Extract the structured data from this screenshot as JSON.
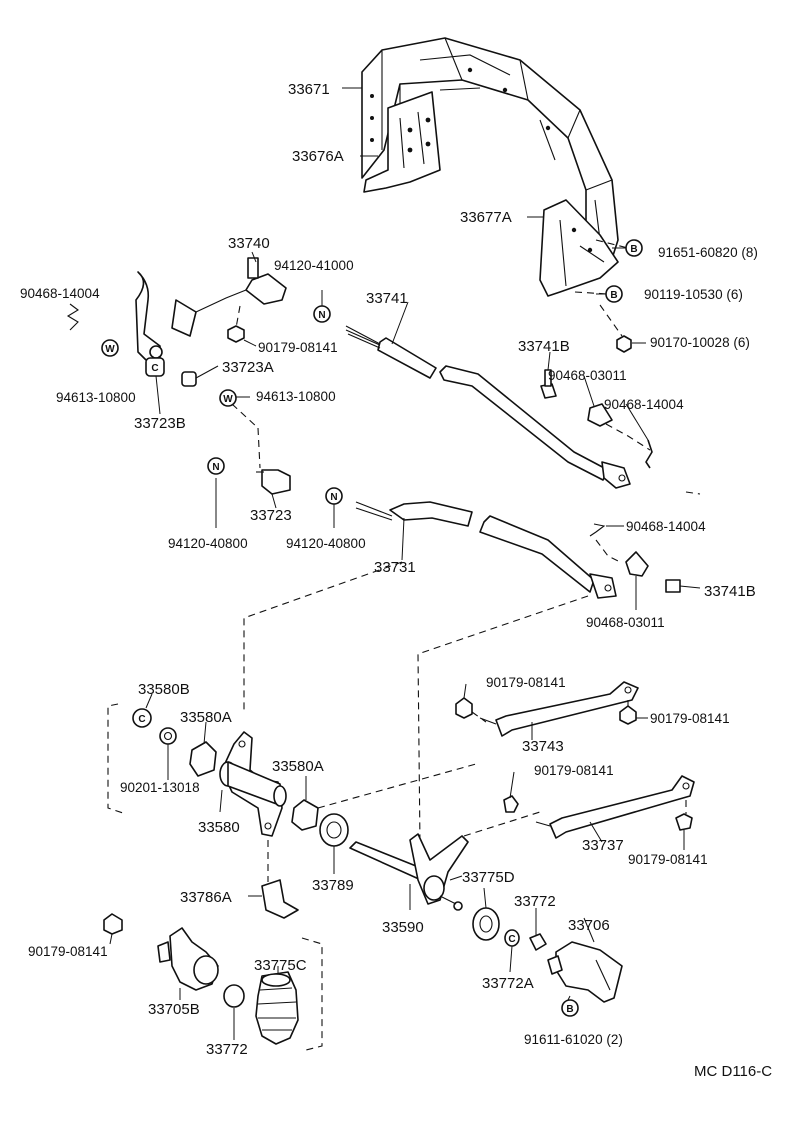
{
  "diagram": {
    "ref_code": "MC D116-C",
    "labels": {
      "p33671": "33671",
      "p33676A": "33676A",
      "p33677A": "33677A",
      "p91651": "91651-60820 (8)",
      "p90119": "90119-10530 (6)",
      "p90170": "90170-10028 (6)",
      "p33740": "33740",
      "p94120_41000": "94120-41000",
      "p33741": "33741",
      "p90468_a": "90468-14004",
      "p90179_a": "90179-08141",
      "p33723A": "33723A",
      "p94613_a": "94613-10800",
      "p33723B": "33723B",
      "p94613_b": "94613-10800",
      "p33741B_a": "33741B",
      "p90468_03011_a": "90468-03011",
      "p90468_b": "90468-14004",
      "p33723": "33723",
      "p94120_40800_a": "94120-40800",
      "p94120_40800_b": "94120-40800",
      "p33731": "33731",
      "p90468_c": "90468-14004",
      "p33741B_b": "33741B",
      "p90468_03011_b": "90468-03011",
      "p33580B": "33580B",
      "p33580A_a": "33580A",
      "p90201": "90201-13018",
      "p33580A_b": "33580A",
      "p33580": "33580",
      "p90179_b": "90179-08141",
      "p90179_c": "90179-08141",
      "p33743": "33743",
      "p90179_d": "90179-08141",
      "p33737": "33737",
      "p90179_e": "90179-08141",
      "p33786A": "33786A",
      "p33789": "33789",
      "p33590": "33590",
      "p33775D": "33775D",
      "p33772_a": "33772",
      "p33706": "33706",
      "p33772A": "33772A",
      "p90179_f": "90179-08141",
      "p33705B": "33705B",
      "p33775C": "33775C",
      "p33772_b": "33772",
      "p91611": "91611-61020 (2)"
    },
    "callouts": {
      "b1": "B",
      "b2": "B",
      "b3": "B",
      "n1": "N",
      "n2": "N",
      "n3": "N",
      "w1": "W",
      "w2": "W"
    }
  }
}
